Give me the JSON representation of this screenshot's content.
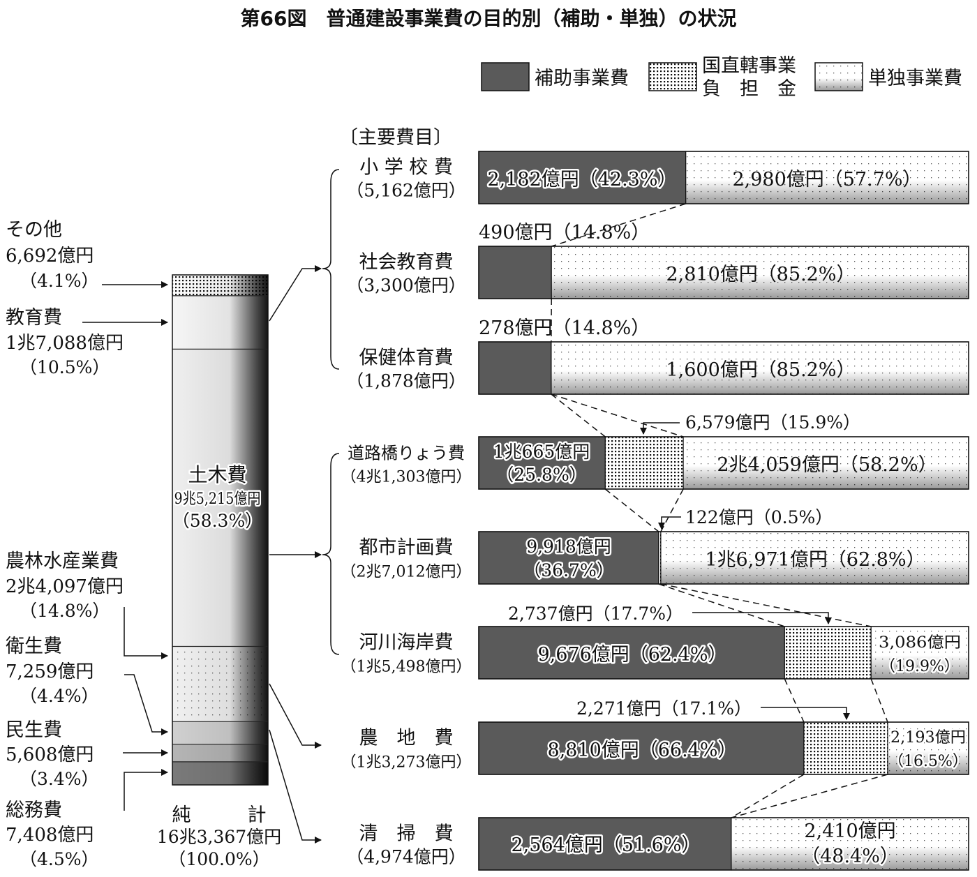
{
  "chart_data": {
    "type": "bar",
    "title": "第66図　普通建設事業費の目的別（補助・単独）の状況",
    "legend": {
      "placement": "top-right",
      "items": [
        {
          "key": "hojo",
          "label": "補助事業費"
        },
        {
          "key": "kokuchoku",
          "label_lines": [
            "国直轄事業",
            "負　担　金"
          ]
        },
        {
          "key": "tandoku",
          "label": "単独事業費"
        }
      ]
    },
    "total": {
      "label": "純　　　計",
      "amount": "16兆3,367億円",
      "pct": "（100.0%）"
    },
    "purposes": [
      {
        "key": "sonota",
        "lines": [
          "その他",
          "6,692億円",
          "（4.1%）"
        ],
        "value": 6692,
        "share": 4.1,
        "fill": "dots-dense"
      },
      {
        "key": "kyoiku",
        "lines": [
          "教育費",
          "1兆7,088億円",
          "（10.5%）"
        ],
        "value": 17088,
        "share": 10.5,
        "fill": "light"
      },
      {
        "key": "doboku",
        "lines": [
          "土木費",
          "9兆5,215億円",
          "（58.3%）"
        ],
        "value": 95215,
        "share": 58.3,
        "fill": "lighter"
      },
      {
        "key": "norin",
        "lines": [
          "農林水産業費",
          "2兆4,097億円",
          "（14.8%）"
        ],
        "value": 24097,
        "share": 14.8,
        "fill": "dots-sparse"
      },
      {
        "key": "eisei",
        "lines": [
          "衛生費",
          "7,259億円",
          "（4.4%）"
        ],
        "value": 7259,
        "share": 4.4,
        "fill": "mid"
      },
      {
        "key": "minsei",
        "lines": [
          "民生費",
          "5,608億円",
          "（3.4%）"
        ],
        "value": 5608,
        "share": 3.4,
        "fill": "gray"
      },
      {
        "key": "somu",
        "lines": [
          "総務費",
          "7,408億円",
          "（4.5%）"
        ],
        "value": 7408,
        "share": 4.5,
        "fill": "dark"
      }
    ],
    "sub_header": "〔主要費目〕",
    "items": [
      {
        "key": "shogakko",
        "name": "小 学 校 費",
        "total": "（5,162億円）",
        "values": [
          2182,
          0,
          2980
        ],
        "shares": [
          42.3,
          0,
          57.7
        ],
        "labels": {
          "hojo": "2,182億円（42.3%）",
          "tandoku": "2,980億円（57.7%）"
        }
      },
      {
        "key": "shakai",
        "name": "社会教育費",
        "total": "（3,300億円）",
        "values": [
          490,
          0,
          2810
        ],
        "shares": [
          14.8,
          0,
          85.2
        ],
        "labels": {
          "hojo_above": "490億円（14.8%）",
          "tandoku": "2,810億円（85.2%）"
        }
      },
      {
        "key": "hoken",
        "name": "保健体育費",
        "total": "（1,878億円）",
        "values": [
          278,
          0,
          1600
        ],
        "shares": [
          14.8,
          0,
          85.2
        ],
        "labels": {
          "hojo_above": "278億円（14.8%）",
          "tandoku": "1,600億円（85.2%）"
        }
      },
      {
        "key": "doro",
        "name": "道路橋りょう費",
        "total": "（4兆1,303億円）",
        "values": [
          10665,
          6579,
          24059
        ],
        "shares": [
          25.8,
          15.9,
          58.2
        ],
        "labels": {
          "hojo_lines": [
            "1兆665億円",
            "（25.8%）"
          ],
          "kokuchoku_callout": "6,579億円（15.9%）",
          "tandoku": "2兆4,059億円（58.2%）"
        }
      },
      {
        "key": "toshi",
        "name": "都市計画費",
        "total": "（2兆7,012億円）",
        "values": [
          9918,
          122,
          16971
        ],
        "shares": [
          36.7,
          0.5,
          62.8
        ],
        "labels": {
          "hojo_lines": [
            "9,918億円",
            "（36.7%）"
          ],
          "kokuchoku_callout": "122億円（0.5%）",
          "tandoku": "1兆6,971億円（62.8%）"
        }
      },
      {
        "key": "kasen",
        "name": "河川海岸費",
        "total": "（1兆5,498億円）",
        "values": [
          9676,
          2737,
          3086
        ],
        "shares": [
          62.4,
          17.7,
          19.9
        ],
        "labels": {
          "hojo": "9,676億円（62.4%）",
          "kokuchoku_callout": "2,737億円（17.7%）",
          "tandoku_lines": [
            "3,086億円",
            "（19.9%）"
          ]
        }
      },
      {
        "key": "nochi",
        "name": "農　地　費",
        "total": "（1兆3,273億円）",
        "values": [
          8810,
          2271,
          2193
        ],
        "shares": [
          66.4,
          17.1,
          16.5
        ],
        "labels": {
          "hojo": "8,810億円（66.4%）",
          "kokuchoku_callout": "2,271億円（17.1%）",
          "tandoku_lines": [
            "2,193億円",
            "（16.5%）"
          ]
        }
      },
      {
        "key": "seiso",
        "name": "清　掃　費",
        "total": "（4,974億円）",
        "values": [
          2564,
          0,
          2410
        ],
        "shares": [
          51.6,
          0,
          48.4
        ],
        "labels": {
          "hojo": "2,564億円（51.6%）",
          "tandoku_lines": [
            "2,410億円",
            "（48.4%）"
          ]
        }
      }
    ]
  }
}
